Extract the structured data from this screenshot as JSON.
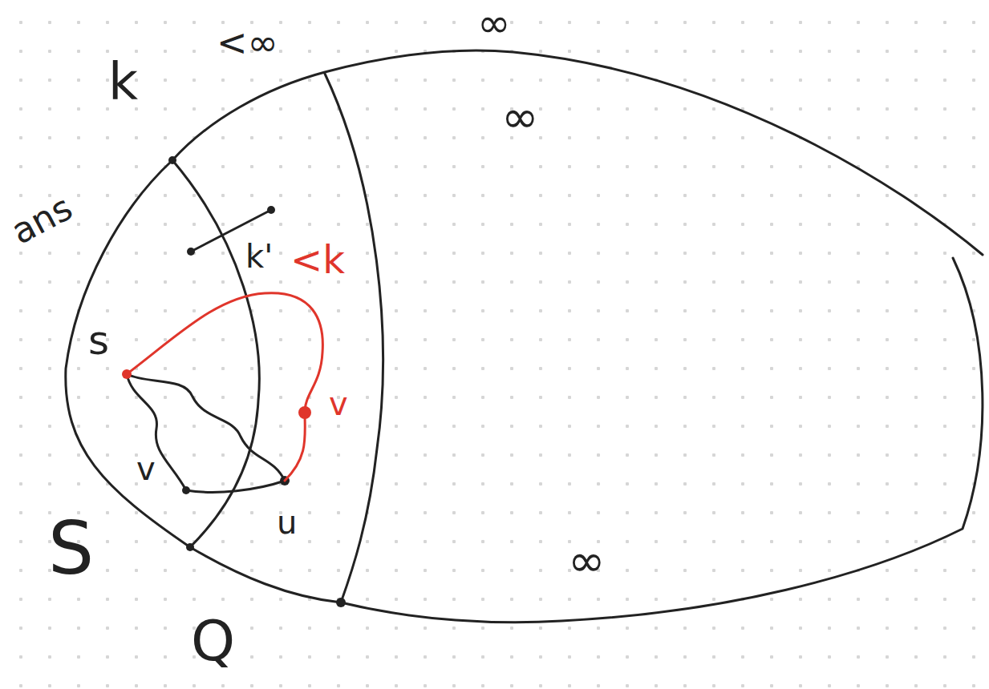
{
  "diagram": {
    "labels": [
      "∞",
      "k",
      "<∞",
      "∞",
      "ans",
      "k'",
      "<k",
      "s",
      "v",
      "v",
      "u",
      "∞",
      "S",
      "Q"
    ]
  }
}
